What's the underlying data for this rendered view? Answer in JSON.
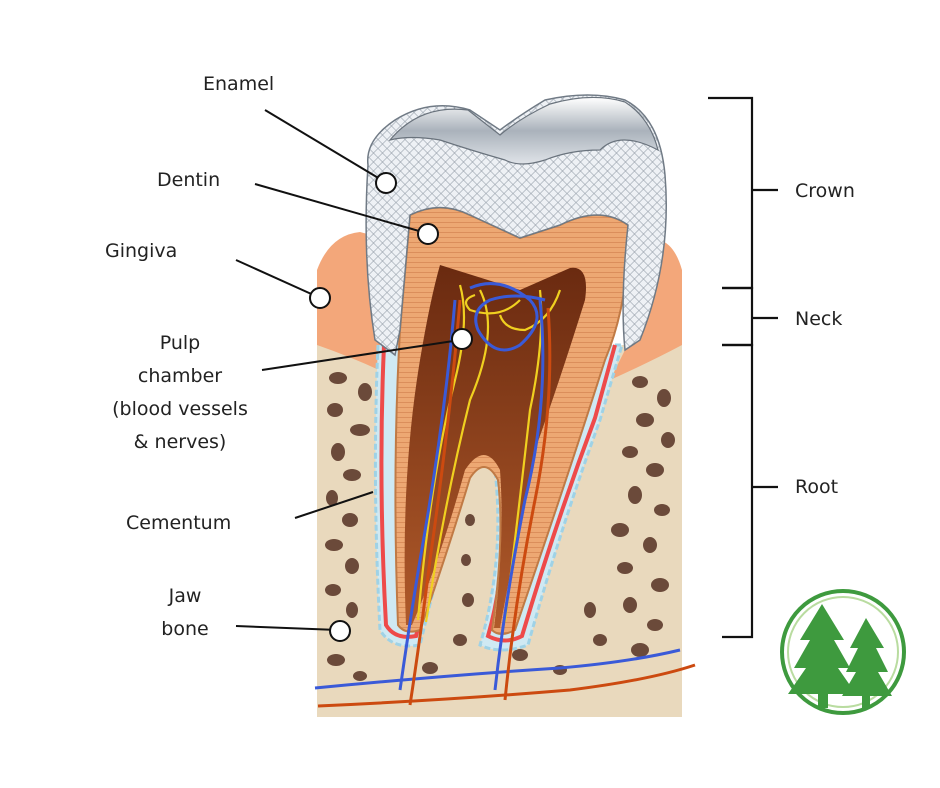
{
  "labels": {
    "enamel": "Enamel",
    "dentin": "Dentin",
    "gingiva": "Gingiva",
    "pulp_1": "Pulp",
    "pulp_2": "chamber",
    "pulp_3": "(blood vessels",
    "pulp_4": "& nerves)",
    "cementum": "Cementum",
    "jaw_1": "Jaw",
    "jaw_2": "bone"
  },
  "regions": {
    "crown": "Crown",
    "neck": "Neck",
    "root": "Root"
  },
  "logo": {
    "icon": "pine-trees-icon"
  },
  "colors": {
    "bone": "#e9d9bd",
    "bone_holes": "#6b4a3a",
    "gum": "#f3a77a",
    "enamel": "#e8ecf1",
    "dentin": "#e7a46f",
    "pulp": "#8a3a18",
    "cementum_line": "#ee4a4a",
    "ligament": "#bfe2ef",
    "artery": "#cc4a10",
    "vein": "#3a5ad8",
    "nerve": "#f0d020",
    "logo_green": "#3e9a3e"
  }
}
